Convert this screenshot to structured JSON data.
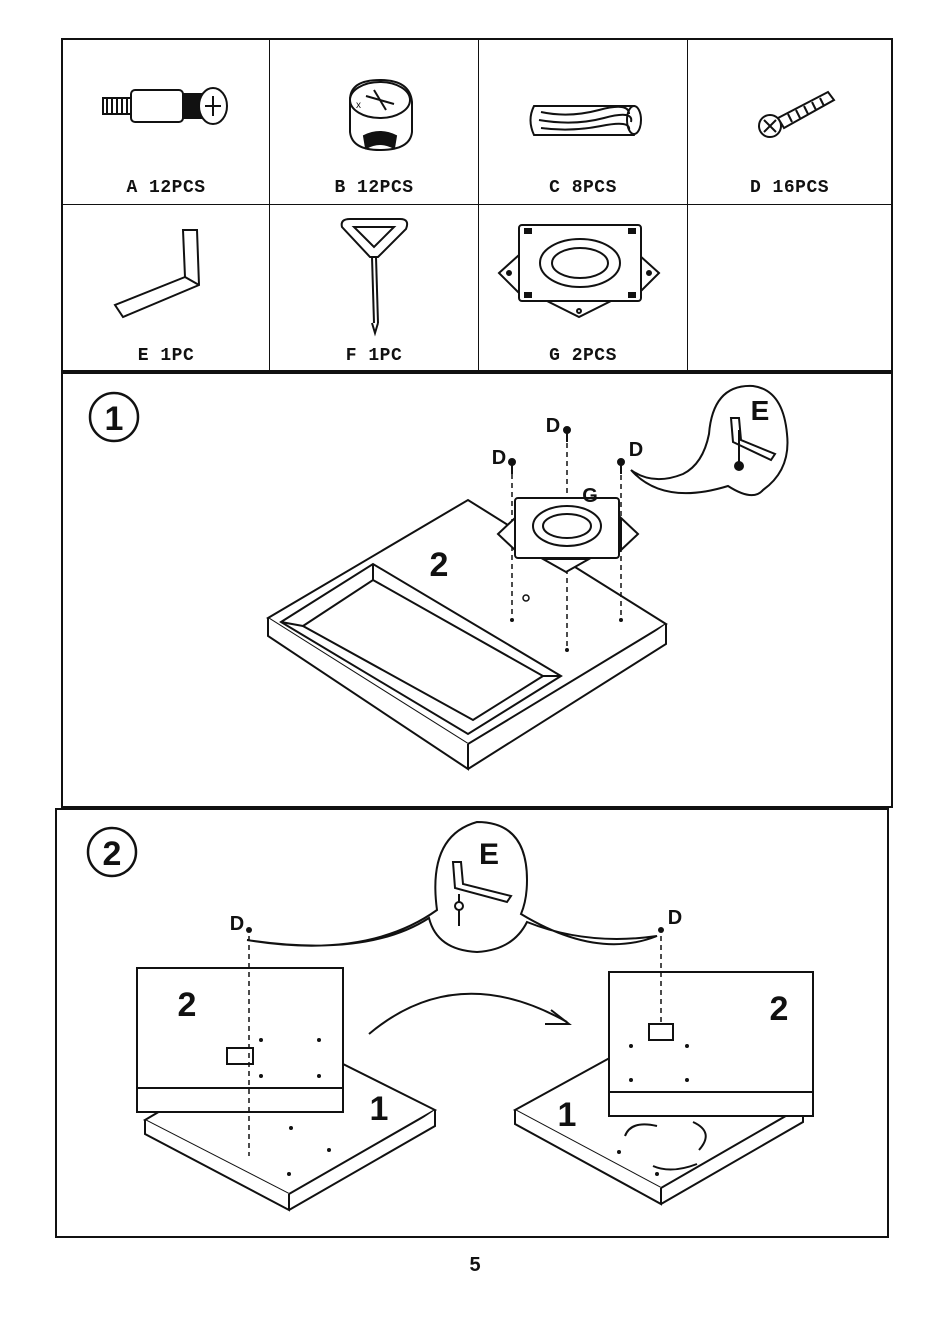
{
  "parts": [
    {
      "id": "A",
      "qty": "A 12PCS",
      "icon": "cam-bolt-icon"
    },
    {
      "id": "B",
      "qty": "B 12PCS",
      "icon": "cam-lock-icon"
    },
    {
      "id": "C",
      "qty": "C 8PCS",
      "icon": "wood-dowel-icon"
    },
    {
      "id": "D",
      "qty": "D 16PCS",
      "icon": "screw-icon"
    },
    {
      "id": "E",
      "qty": "E 1PC",
      "icon": "allen-key-icon"
    },
    {
      "id": "F",
      "qty": "F 1PC",
      "icon": "cam-tool-icon"
    },
    {
      "id": "G",
      "qty": "G 2PCS",
      "icon": "swivel-plate-icon"
    }
  ],
  "step1": {
    "number": "1",
    "board_label": "2",
    "screw_label": "D",
    "plate_label": "G",
    "key_label": "E"
  },
  "step2": {
    "number": "2",
    "screw_label": "D",
    "key_label": "E",
    "top_label": "2",
    "bottom_label": "1"
  },
  "page_number": "5"
}
